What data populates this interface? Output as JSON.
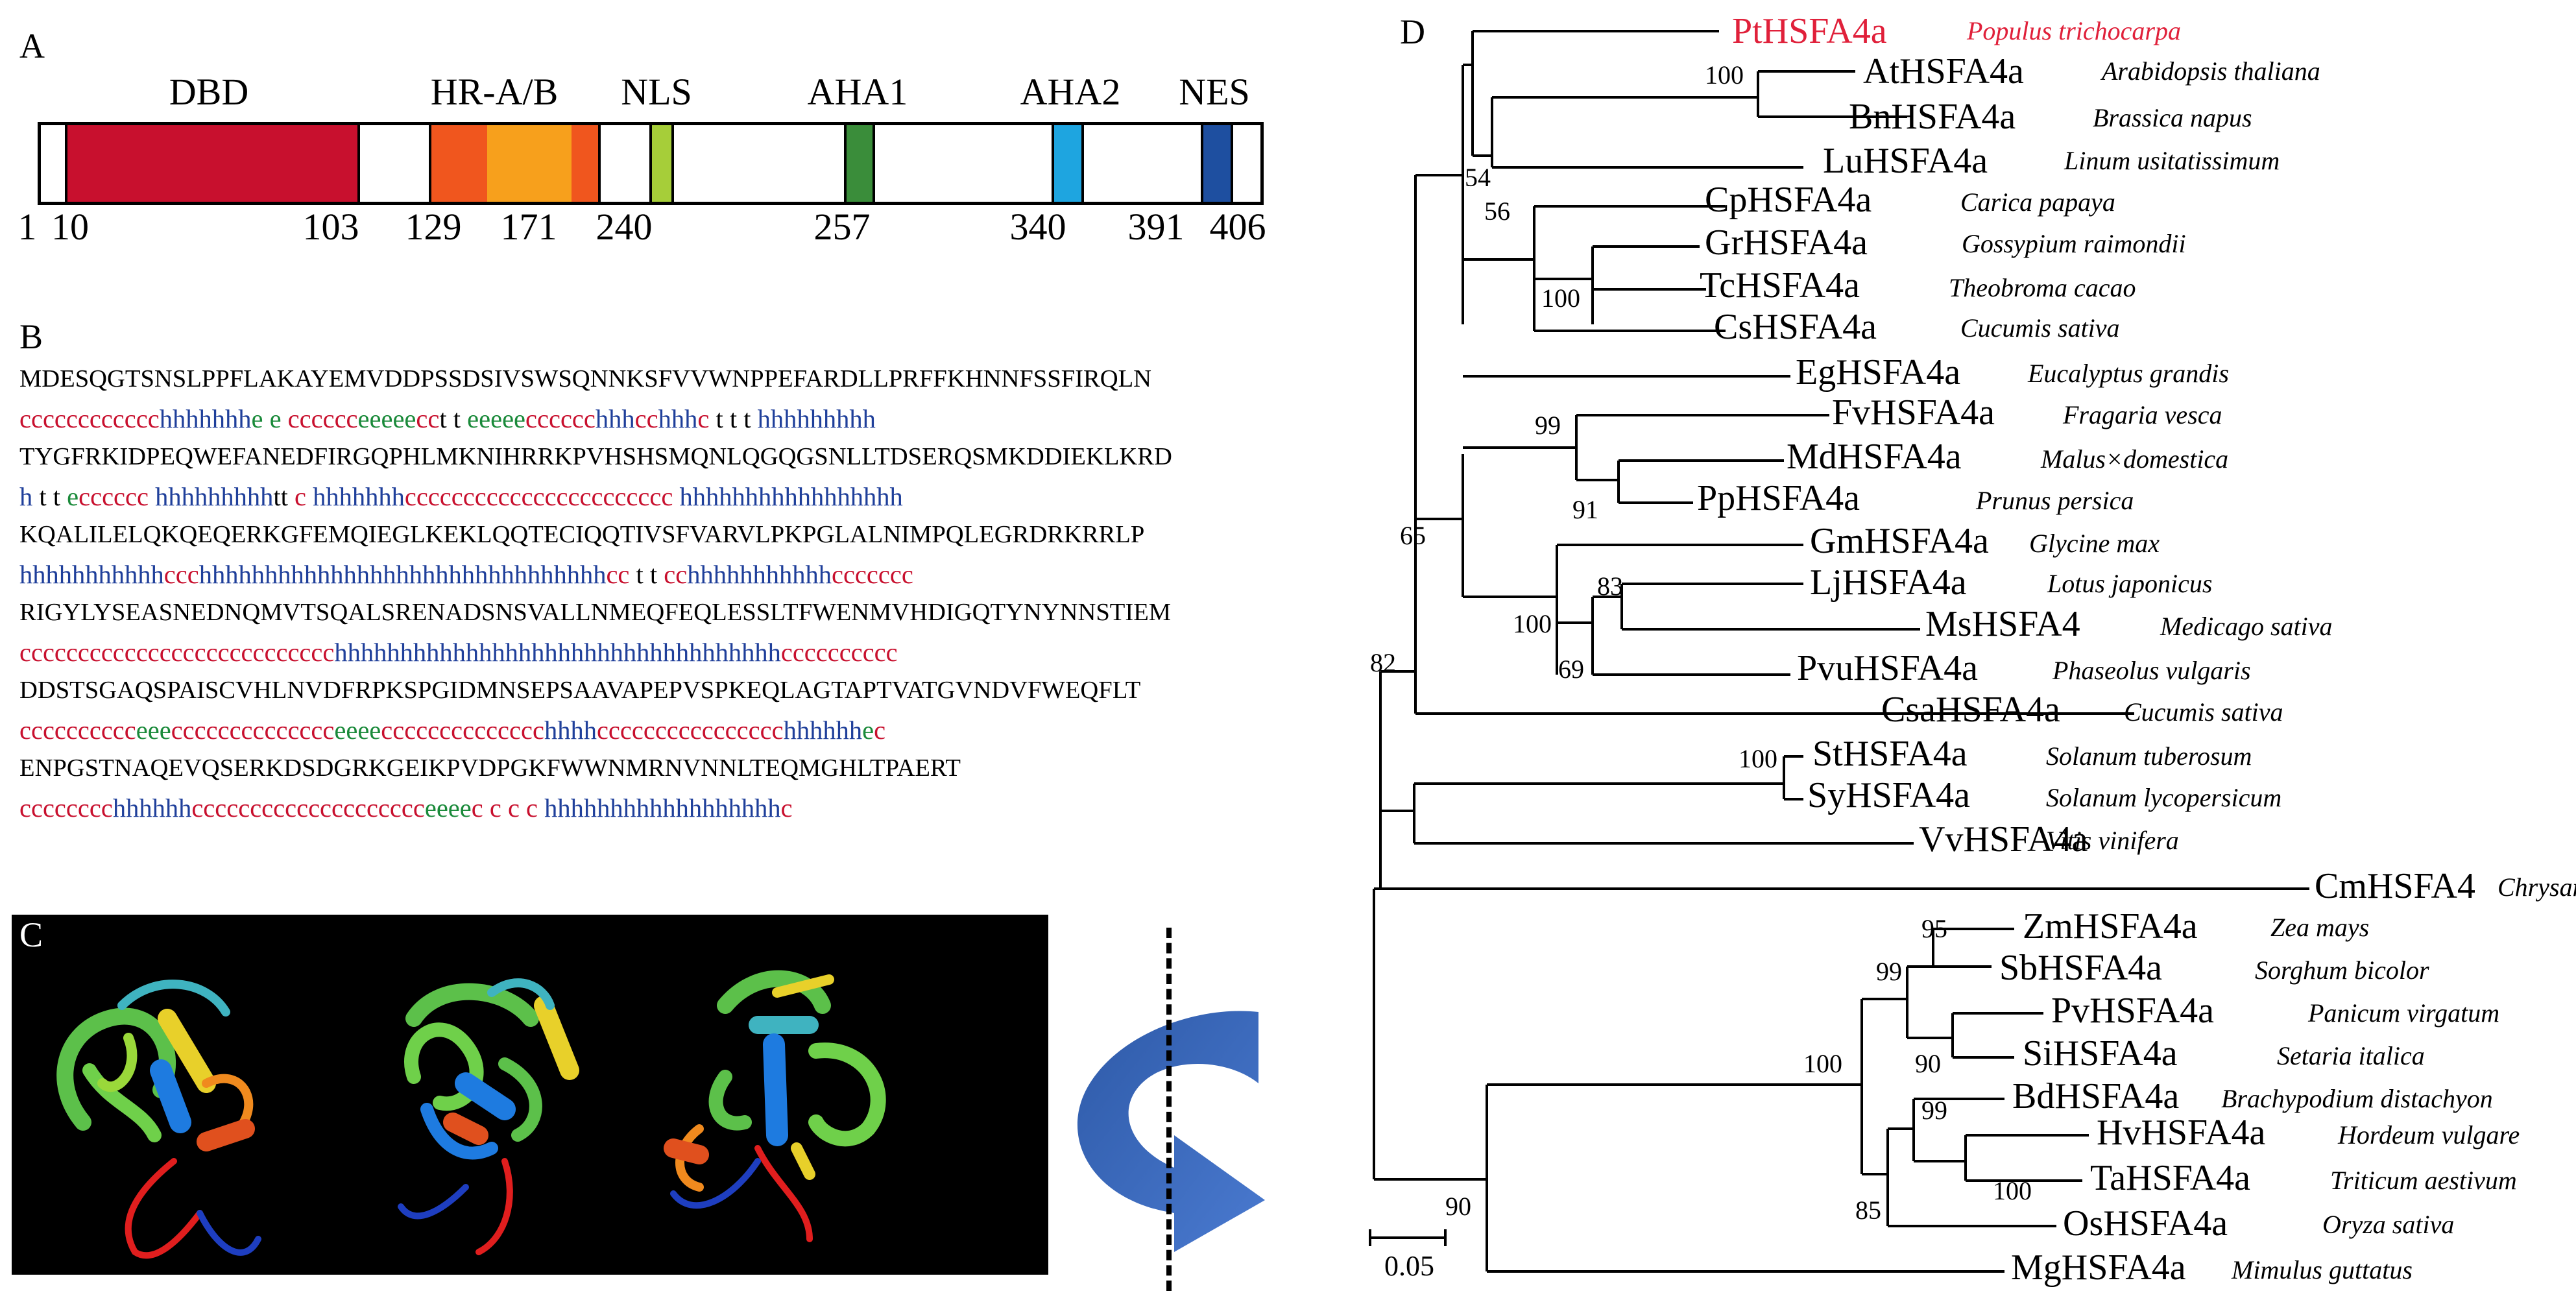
{
  "panel_labels": {
    "a": "A",
    "b": "B",
    "c": "C",
    "d": "D"
  },
  "panel_a": {
    "domains": [
      {
        "name": "DBD",
        "color": "#c8102e"
      },
      {
        "name": "HR-A/B",
        "color": "#f0561e"
      },
      {
        "name": "NLS",
        "color": "#a6ce39"
      },
      {
        "name": "AHA1",
        "color": "#3a8d3a"
      },
      {
        "name": "AHA2",
        "color": "#1ea5e0"
      },
      {
        "name": "NES",
        "color": "#1e4fa0"
      }
    ],
    "hr_inner_color": "#f7a01c",
    "positions": [
      "1",
      "10",
      "103",
      "129",
      "171",
      "240",
      "257",
      "340",
      "391",
      "406"
    ]
  },
  "panel_b": {
    "lines": [
      {
        "seq": "MDESQGTSNSLPPFLAKAYEMVDDPSSDSIVSWSQNNKSFVVWNPPEFARDLLPRFFKHNNFSSFIRQLN",
        "ss": [
          [
            "c",
            "cccccccccccc"
          ],
          [
            "h",
            "hhhhhhh"
          ],
          [
            "e",
            "e e "
          ],
          [
            "c",
            "cccccc"
          ],
          [
            "e",
            "eeeee"
          ],
          [
            "c",
            "cc"
          ],
          [
            "t",
            "t t "
          ],
          [
            "e",
            "eeeee"
          ],
          [
            "c",
            "cccccc"
          ],
          [
            "h",
            "hhh"
          ],
          [
            "c",
            "cc"
          ],
          [
            "h",
            "hhh"
          ],
          [
            "c",
            "c "
          ],
          [
            "t",
            "t t t "
          ],
          [
            "h",
            "hhhhhhhhh"
          ]
        ]
      },
      {
        "seq": "TYGFRKIDPEQWEFANEDFIRGQPHLMKNIHRRKPVHSHSMQNLQGQGSNLLTDSERQSMKDDIEKLKRD",
        "ss": [
          [
            "h",
            "h "
          ],
          [
            "t",
            "t t "
          ],
          [
            "e",
            "e"
          ],
          [
            "c",
            "cccccc "
          ],
          [
            "h",
            "hhhhhhhhh"
          ],
          [
            "t",
            "tt "
          ],
          [
            "c",
            "c "
          ],
          [
            "h",
            "hhhhhhh"
          ],
          [
            "c",
            "ccccccccccccccccccccccc "
          ],
          [
            "h",
            "hhhhhhhhhhhhhhhhh"
          ]
        ]
      },
      {
        "seq": "KQALILELQKQEQERKGFEMQIEGLKEKLQQTECIQQTIVSFVARVLPKPGLALNIMPQLEGRDRKRRLP",
        "ss": [
          [
            "h",
            "hhhhhhhhhhh"
          ],
          [
            "c",
            "ccc"
          ],
          [
            "h",
            "hhhhhhhhhhhhhhhhhhhhhhhhhhhhhhh"
          ],
          [
            "c",
            "cc "
          ],
          [
            "t",
            "t t "
          ],
          [
            "c",
            "cc"
          ],
          [
            "h",
            "hhhhhhhhhhh"
          ],
          [
            "c",
            "ccccccc"
          ]
        ]
      },
      {
        "seq": "RIGYLYSEASNEDNQMVTSQALSRENADSNSVALLNMEQFEQLESSLTFWENMVHDIGQTYNYNNSTIEM",
        "ss": [
          [
            "c",
            "ccccccccccccccccccccccccccc"
          ],
          [
            "h",
            "hhhhhhhhhhhhhhhhhhhhhhhhhhhhhhhhhh"
          ],
          [
            "c",
            "cccccccccc"
          ]
        ]
      },
      {
        "seq": "DDSTSGAQSPAISCVHLNVDFRPKSPGIDMNSEPSAAVAPEPVSPKEQLAGTAPTVATGVNDVFWEQFLT",
        "ss": [
          [
            "c",
            "cccccccccc"
          ],
          [
            "e",
            "eee"
          ],
          [
            "c",
            "cccccccccccccc"
          ],
          [
            "e",
            "eeee"
          ],
          [
            "c",
            "cccccccccccccc"
          ],
          [
            "h",
            "hhhh"
          ],
          [
            "c",
            "cccccccccccccccc"
          ],
          [
            "h",
            "hhhhhh"
          ],
          [
            "e",
            "e"
          ],
          [
            "c",
            "c"
          ]
        ]
      },
      {
        "seq": "ENPGSTNAQEVQSERKDSDGRKGEIKPVDPGKFWWNMRNVNNLTEQMGHLTPAERT",
        "ss": [
          [
            "c",
            "cccccccc"
          ],
          [
            "h",
            "hhhhhh"
          ],
          [
            "c",
            "cccccccccccccccccccc"
          ],
          [
            "e",
            "eeee"
          ],
          [
            "c",
            "c c c c "
          ],
          [
            "h",
            "hhhhhhhhhhhhhhhhhh"
          ],
          [
            "c",
            "c"
          ]
        ]
      }
    ]
  },
  "tree": {
    "taxa": [
      {
        "name": "PtHSFA4a",
        "species": "Populus trichocarpa",
        "highlight": true
      },
      {
        "name": "AtHSFA4a",
        "species": "Arabidopsis thaliana"
      },
      {
        "name": "BnHSFA4a",
        "species": "Brassica napus"
      },
      {
        "name": "LuHSFA4a",
        "species": "Linum usitatissimum"
      },
      {
        "name": "CpHSFA4a",
        "species": "Carica papaya"
      },
      {
        "name": "GrHSFA4a",
        "species": "Gossypium raimondii"
      },
      {
        "name": "TcHSFA4a",
        "species": "Theobroma cacao"
      },
      {
        "name": "CsHSFA4a",
        "species": "Cucumis sativa"
      },
      {
        "name": "EgHSFA4a",
        "species": "Eucalyptus grandis"
      },
      {
        "name": "FvHSFA4a",
        "species": "Fragaria vesca"
      },
      {
        "name": "MdHSFA4a",
        "species": "Malus×domestica"
      },
      {
        "name": "PpHSFA4a",
        "species": "Prunus persica"
      },
      {
        "name": "GmHSFA4a",
        "species": "Glycine max"
      },
      {
        "name": "LjHSFA4a",
        "species": "Lotus japonicus"
      },
      {
        "name": "MsHSFA4",
        "species": "Medicago sativa"
      },
      {
        "name": "PvuHSFA4a",
        "species": "Phaseolus vulgaris"
      },
      {
        "name": "CsaHSFA4a",
        "species": "Cucumis sativa"
      },
      {
        "name": "StHSFA4a",
        "species": "Solanum tuberosum"
      },
      {
        "name": "SyHSFA4a",
        "species": "Solanum lycopersicum"
      },
      {
        "name": "VvHSFA4a",
        "species": "Vitis vinifera"
      },
      {
        "name": "CmHSFA4",
        "species": "Chrysanthemum"
      },
      {
        "name": "ZmHSFA4a",
        "species": "Zea mays"
      },
      {
        "name": "SbHSFA4a",
        "species": "Sorghum bicolor"
      },
      {
        "name": "PvHSFA4a",
        "species": "Panicum virgatum"
      },
      {
        "name": "SiHSFA4a",
        "species": "Setaria italica"
      },
      {
        "name": "BdHSFA4a",
        "species": "Brachypodium distachyon"
      },
      {
        "name": "HvHSFA4a",
        "species": "Hordeum vulgare"
      },
      {
        "name": "TaHSFA4a",
        "species": "Triticum aestivum"
      },
      {
        "name": "OsHSFA4a",
        "species": "Oryza sativa"
      },
      {
        "name": "MgHSFA4a",
        "species": "Mimulus guttatus"
      }
    ],
    "bootstraps": [
      "100",
      "54",
      "56",
      "100",
      "99",
      "91",
      "65",
      "83",
      "100",
      "69",
      "82",
      "100",
      "95",
      "99",
      "90",
      "100",
      "99",
      "100",
      "85",
      "90"
    ],
    "scale": "0.05",
    "highlight_color": "#e0203a"
  }
}
